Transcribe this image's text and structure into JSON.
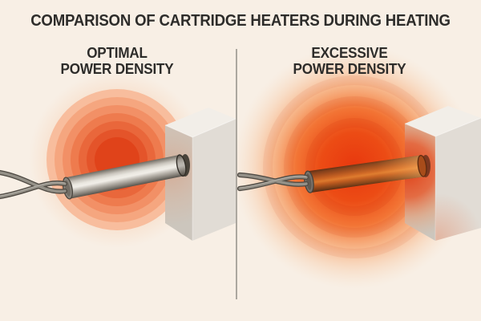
{
  "title": "COMPARISON OF CARTRIDGE HEATERS DURING HEATING",
  "panels": {
    "optimal": {
      "label_line1": "OPTIMAL",
      "label_line2": "POWER DENSITY"
    },
    "excessive": {
      "label_line1": "EXCESSIVE",
      "label_line2": "POWER DENSITY"
    }
  },
  "colors": {
    "background": "#f8efe5",
    "title_text": "#2d2c2a",
    "divider": "#aca79f",
    "optimal_glow_bands_outer_to_inner": [
      "#f8bd9d",
      "#f5a67f",
      "#f29066",
      "#ee7b4e",
      "#e9673b",
      "#e4542a",
      "#e0431a"
    ],
    "excessive_glow_core": "#e8380e",
    "metal_block_face": "#e1dcd5",
    "metal_heater_highlight": "#f1eee8",
    "overheated_heater": "#dc792d",
    "lead_wire": "#949087"
  }
}
